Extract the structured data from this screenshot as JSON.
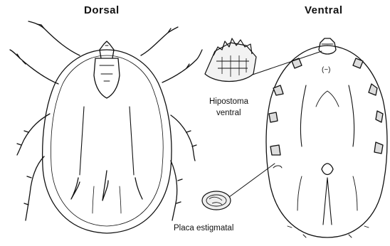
{
  "labels": {
    "dorsal": "Dorsal",
    "ventral": "Ventral",
    "hipostoma_line1": "Hipostoma",
    "hipostoma_line2": "ventral",
    "placa": "Placa estigmatal",
    "anus_mark": "(~)"
  },
  "colors": {
    "ink": "#111111",
    "background": "#ffffff"
  }
}
